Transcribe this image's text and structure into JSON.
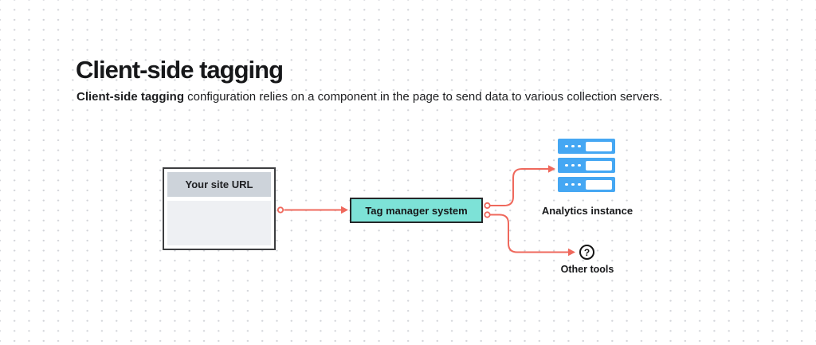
{
  "page": {
    "title": "Client-side tagging",
    "subtitle": {
      "bold": "Client-side tagging",
      "rest": " configuration relies on a component in the page to send data to various collection servers."
    }
  },
  "diagram": {
    "browser_window": {
      "titlebar_label": "Your site URL"
    },
    "tag_manager": {
      "label": "Tag manager system"
    },
    "analytics": {
      "label": "Analytics instance",
      "icon": "server-stack-icon"
    },
    "other_tools": {
      "label": "Other tools",
      "icon": "question-mark-icon",
      "glyph": "?"
    },
    "colors": {
      "connector_red": "#EF685C",
      "tag_manager_teal": "#7DE2D7",
      "server_blue": "#45A7F3",
      "browser_titlebar_gray": "#CDD3DA",
      "browser_content_gray": "#EEF0F3",
      "outline_dark": "#2B2B2B"
    }
  }
}
